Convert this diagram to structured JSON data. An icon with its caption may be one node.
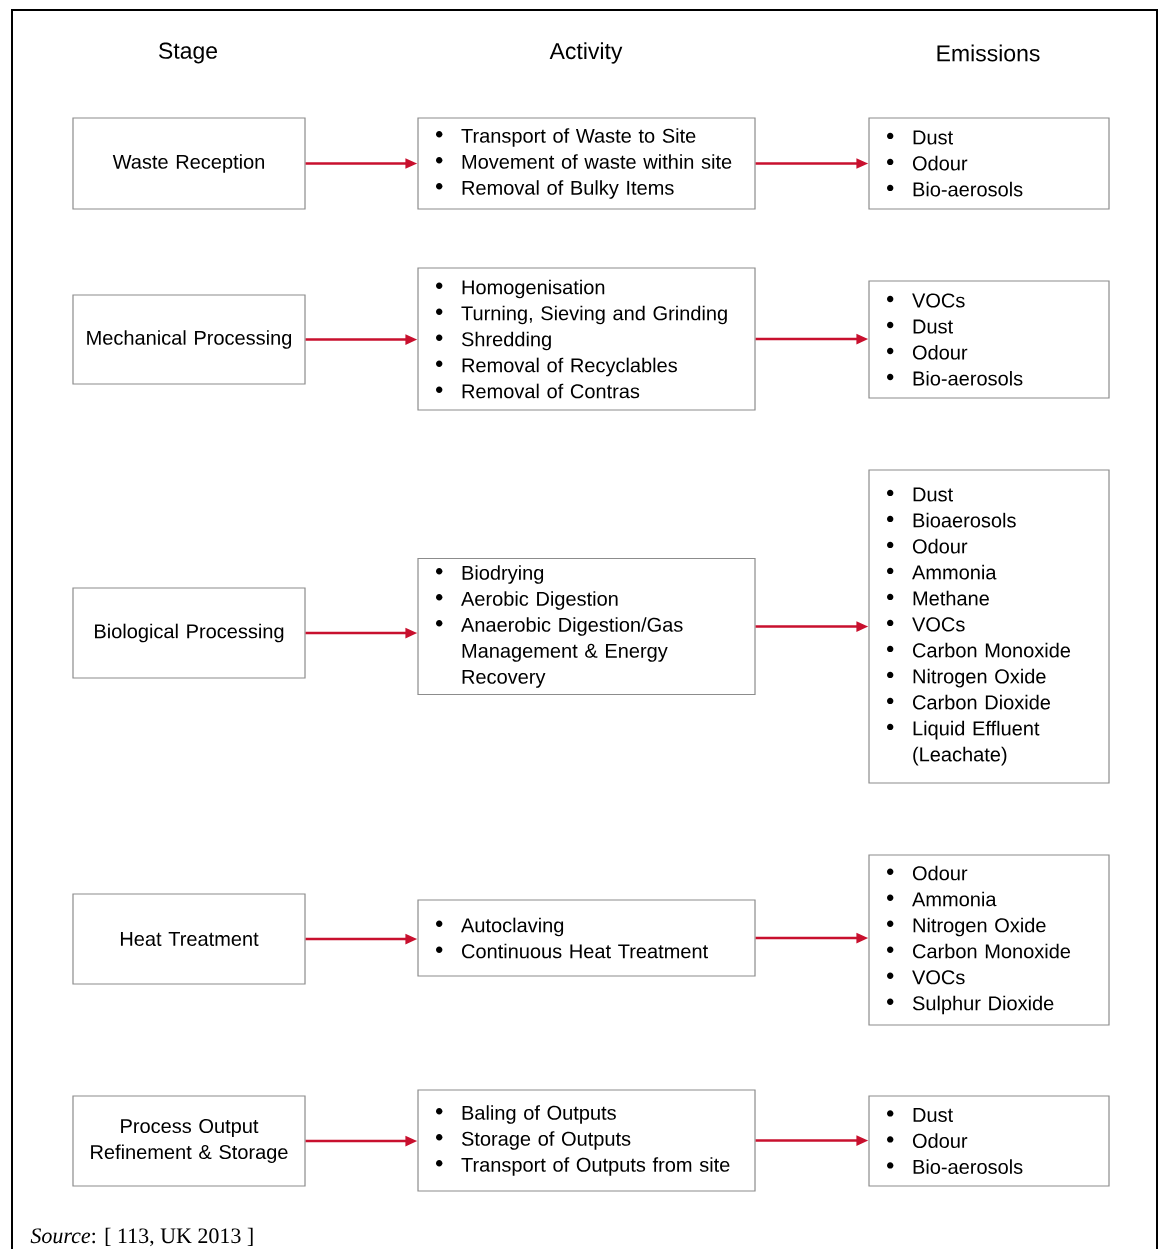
{
  "diagram": {
    "caption": "*Source*: [ 113, UK 2013 ]",
    "nodes": [
      {
        "text": [
          "Waste Reception"
        ]
      },
      {
        "text": [
          "Transport of Waste to Site",
          "Movement of waste within site",
          "Removal of Bulky Items"
        ]
      },
      {
        "text": [
          "Dust",
          "Odour",
          "Bio-aerosols"
        ]
      },
      {
        "text": [
          "Mechanical Processing"
        ]
      },
      {
        "text": [
          "Homogenisation",
          "Turning, Sieving and Grinding",
          "Shredding",
          "Removal of Recyclables",
          "Removal of Contras"
        ]
      },
      {
        "text": [
          "VOCs",
          "Dust",
          "Odour",
          "Bio-aerosols"
        ]
      },
      {
        "text": [
          "Biological Processing"
        ]
      },
      {
        "text": [
          "Biodrying",
          "Aerobic Digestion",
          "Anaerobic Digestion/Gas Management & Energy Recovery"
        ]
      },
      {
        "text": [
          "Dust",
          "Bioaerosols",
          "Odour",
          "Ammonia",
          "Methane",
          "VOCs",
          "Carbon Monoxide",
          "Nitrogen Oxide",
          "Carbon Dioxide",
          "Liquid Effluent (Leachate)"
        ]
      },
      {
        "text": [
          "Heat Treatment"
        ]
      },
      {
        "text": [
          "Autoclaving",
          "Continuous Heat Treatment"
        ]
      },
      {
        "text": [
          "Odour",
          "Ammonia",
          "Nitrogen Oxide",
          "Carbon Monoxide",
          "VOCs",
          "Sulphur Dioxide"
        ]
      },
      {
        "text": [
          "Process Output Refinement & Storage"
        ]
      },
      {
        "text": [
          "Baling of Outputs",
          "Storage of Outputs",
          "Transport of Outputs from site"
        ]
      },
      {
        "text": [
          "Dust",
          "Odour",
          "Bio-aerosols"
        ]
      }
    ],
    "edges": [
      {
        "from": 0,
        "to": 1,
        "arrow": "to"
      },
      {
        "from": 1,
        "to": 2,
        "arrow": "to"
      },
      {
        "from": 3,
        "to": 4,
        "arrow": "to"
      },
      {
        "from": 4,
        "to": 5,
        "arrow": "to"
      },
      {
        "from": 6,
        "to": 7,
        "arrow": "to"
      },
      {
        "from": 7,
        "to": 8,
        "arrow": "to"
      },
      {
        "from": 9,
        "to": 10,
        "arrow": "to"
      },
      {
        "from": 10,
        "to": 11,
        "arrow": "to"
      },
      {
        "from": 12,
        "to": 13,
        "arrow": "to"
      },
      {
        "from": 13,
        "to": 14,
        "arrow": "to"
      }
    ],
    "labels": [
      "Stage",
      "Activity",
      "Emissions"
    ]
  }
}
